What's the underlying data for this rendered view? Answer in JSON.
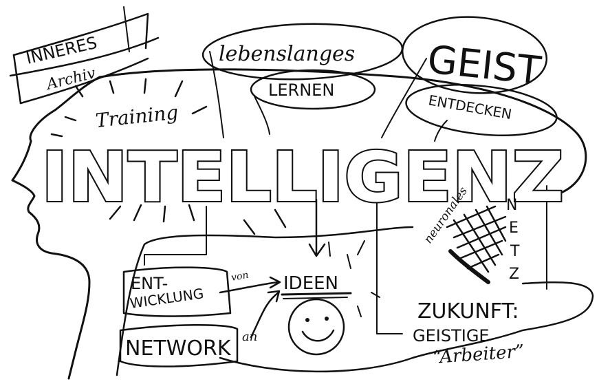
{
  "title_word": "INTELLIGENZ",
  "boxes": {
    "inneres_line1": "INNERES",
    "inneres_line2": "Archiv"
  },
  "bubbles": {
    "lebenslanges": "lebenslanges",
    "lernen": "LERNEN",
    "geist": "GEIST",
    "entdecken": "ENTDECKEN"
  },
  "labels": {
    "training": "Training",
    "entwicklung_line1": "ENT-",
    "entwicklung_line2": "WICKLUNG",
    "von": "von",
    "ideen": "IDEEN",
    "network": "NETWORK",
    "an": "an",
    "neuronales": "neuronales",
    "netz_letters": [
      "N",
      "E",
      "T",
      "Z"
    ],
    "zukunft": "ZUKUNFT:",
    "geistige": "GEISTIGE",
    "arbeiter": "“Arbeiter”"
  }
}
